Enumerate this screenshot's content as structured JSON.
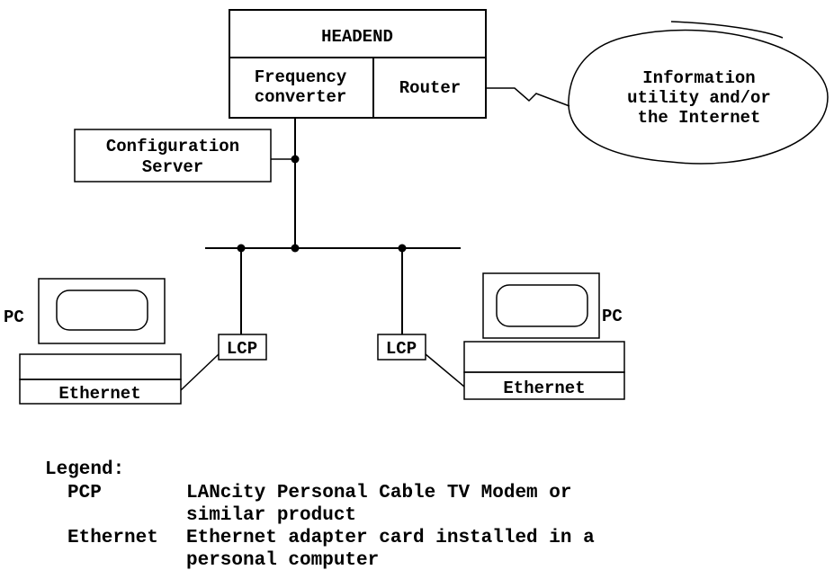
{
  "headend": {
    "title": "HEADEND",
    "frequency_converter": [
      "Frequency",
      "converter"
    ],
    "router": "Router"
  },
  "information_utility": [
    "Information",
    "utility and/or",
    "the Internet"
  ],
  "configuration_server": [
    "Configuration",
    "Server"
  ],
  "left_pc": {
    "label": "PC",
    "adapter": "Ethernet",
    "modem": "LCP"
  },
  "right_pc": {
    "label": "PC",
    "adapter": "Ethernet",
    "modem": "LCP"
  },
  "legend": {
    "title": "Legend:",
    "entries": [
      {
        "term": "PCP",
        "lines": [
          "LANcity Personal Cable TV Modem or",
          "similar product"
        ]
      },
      {
        "term": "Ethernet",
        "lines": [
          "Ethernet adapter card installed in a",
          "personal computer"
        ]
      }
    ]
  },
  "colors": {
    "ink": "#000000",
    "background": "#ffffff"
  }
}
